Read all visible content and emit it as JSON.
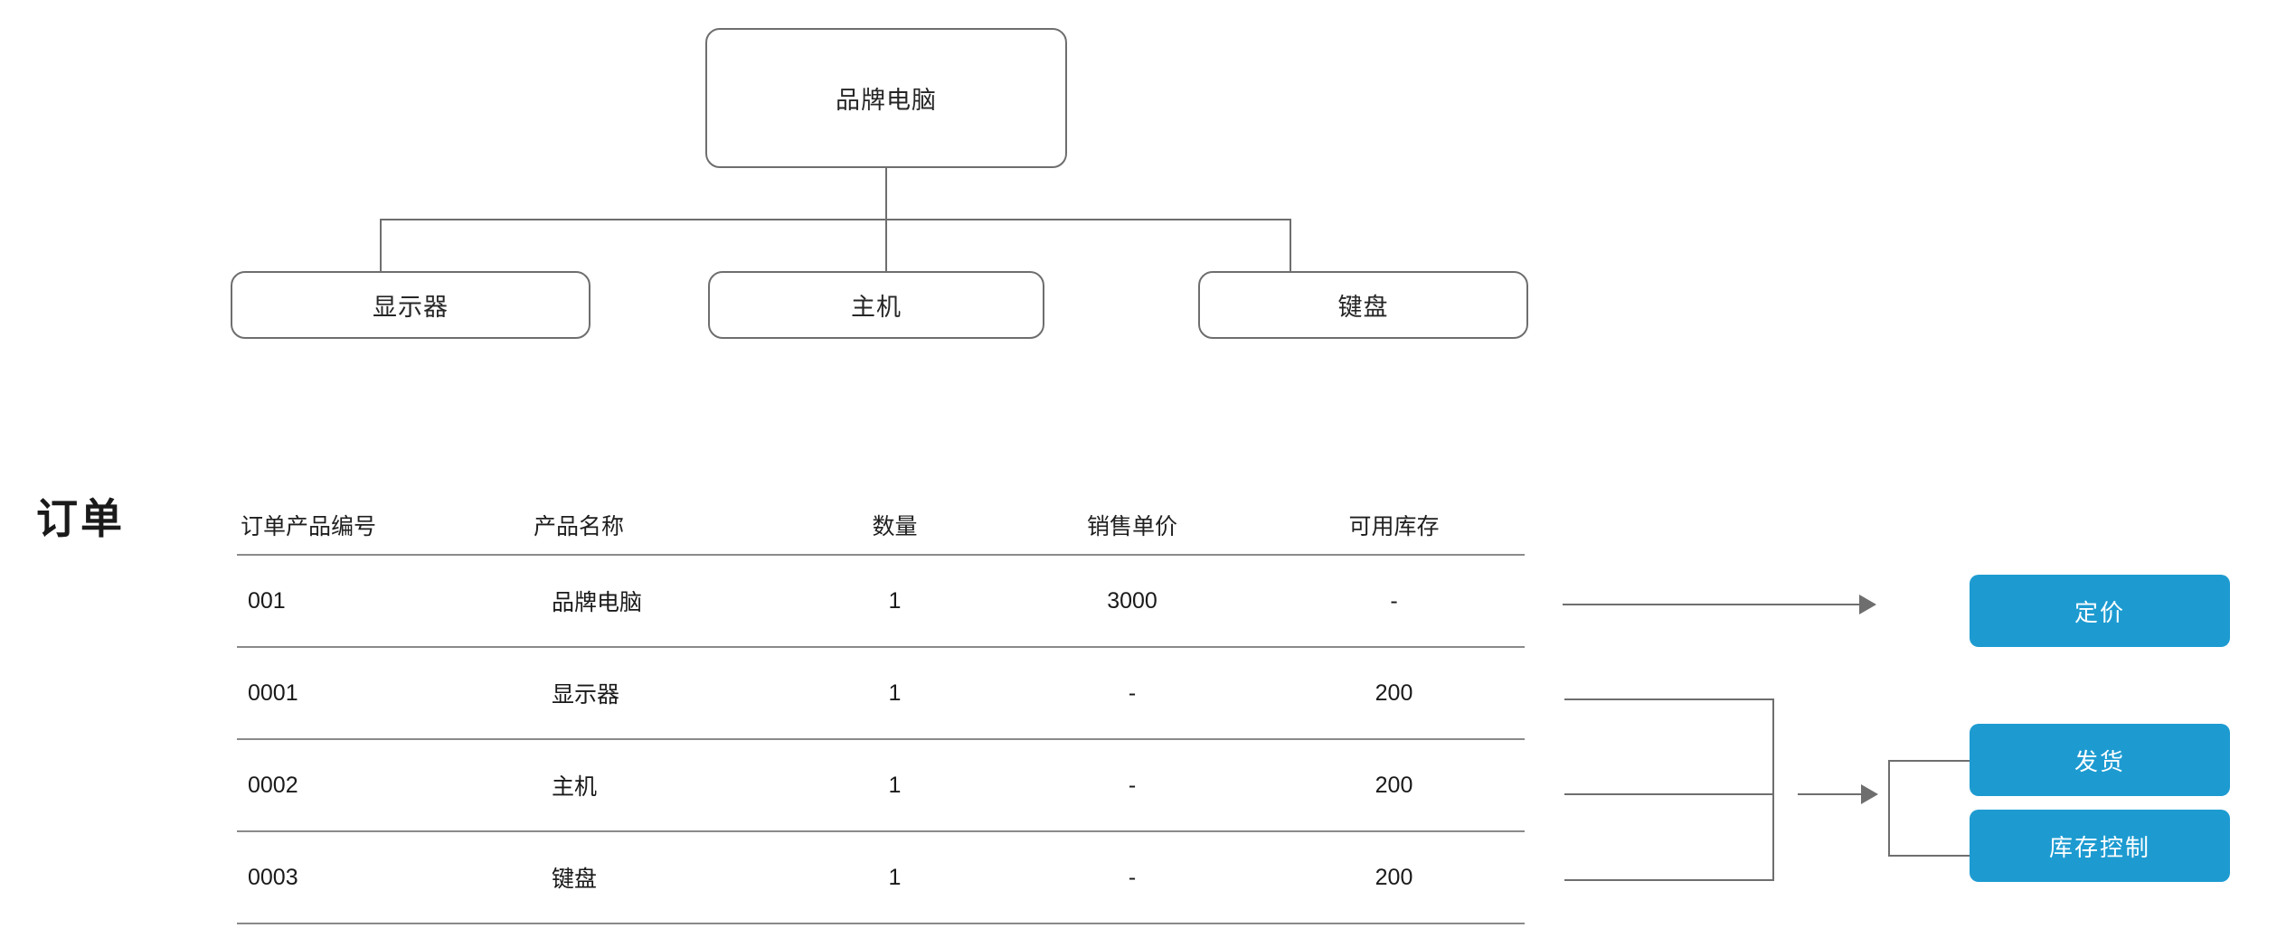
{
  "tree": {
    "root": {
      "label": "品牌电脑"
    },
    "children": [
      {
        "label": "显示器"
      },
      {
        "label": "主机"
      },
      {
        "label": "键盘"
      }
    ]
  },
  "order": {
    "section_label": "订单",
    "columns": [
      "订单产品编号",
      "产品名称",
      "数量",
      "销售单价",
      "可用库存"
    ],
    "rows": [
      {
        "code": "001",
        "name": "品牌电脑",
        "qty": "1",
        "price": "3000",
        "stock": "-"
      },
      {
        "code": "0001",
        "name": "显示器",
        "qty": "1",
        "price": "-",
        "stock": "200"
      },
      {
        "code": "0002",
        "name": "主机",
        "qty": "1",
        "price": "-",
        "stock": "200"
      },
      {
        "code": "0003",
        "name": "键盘",
        "qty": "1",
        "price": "-",
        "stock": "200"
      }
    ]
  },
  "actions": {
    "pricing": "定价",
    "shipping": "发货",
    "inventory": "库存控制"
  },
  "colors": {
    "button_blue": "#1d9bd1",
    "node_border": "#6e6e6e",
    "rule_gray": "#8a8a8a",
    "text_dark": "#1a1a1a"
  }
}
